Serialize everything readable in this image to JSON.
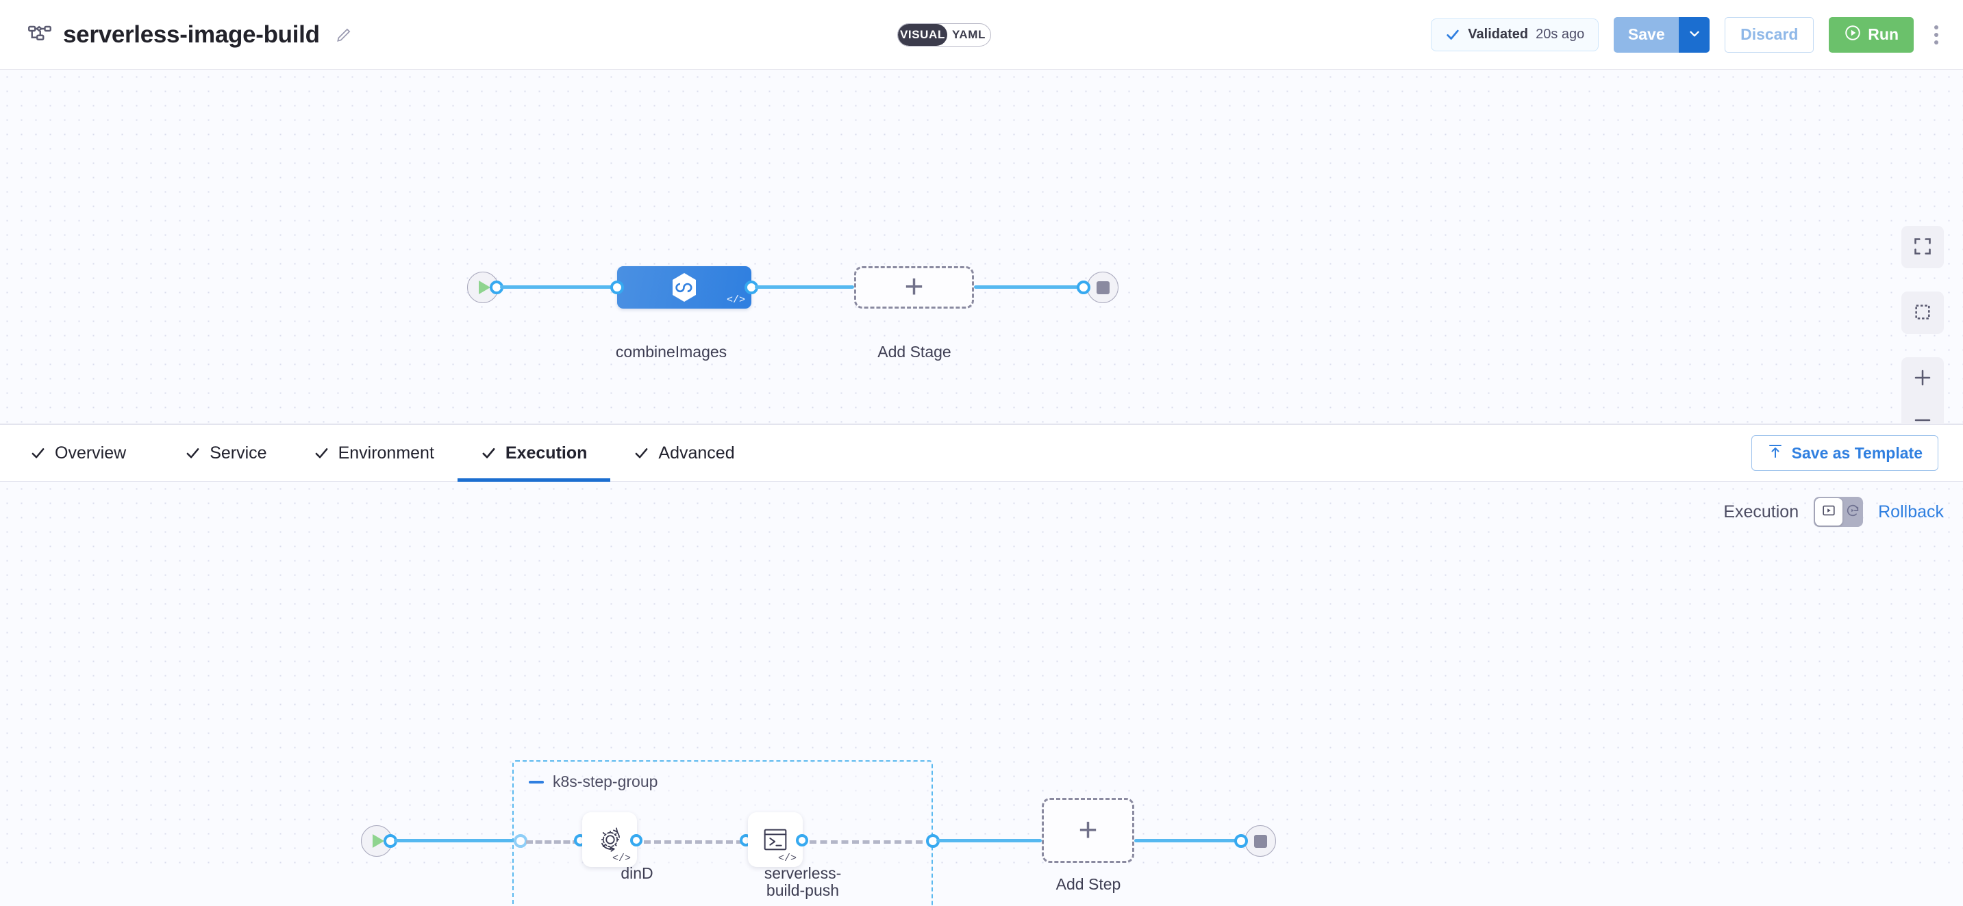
{
  "header": {
    "pipeline_icon": "pipeline-flow-icon",
    "title": "serverless-image-build",
    "edit_icon": "pencil-edit-icon",
    "view_toggle": {
      "visual": "VISUAL",
      "yaml": "YAML",
      "selected": "VISUAL"
    },
    "validation": {
      "check_icon": "check-icon",
      "label": "Validated",
      "time": "20s ago"
    },
    "save": {
      "label": "Save",
      "caret_icon": "chevron-down-icon"
    },
    "discard": {
      "label": "Discard"
    },
    "run": {
      "label": "Run",
      "icon": "play-circle-icon"
    },
    "more_menu": {
      "icon": "kebab-menu-icon"
    },
    "colors": {
      "save_bg": "#8fb8e8",
      "save_caret_bg": "#1b6ed0",
      "run_bg": "#6bc16b",
      "accent_blue": "#2f7fe0",
      "link_blue": "#55b8f0"
    }
  },
  "stage_canvas": {
    "start_node": {
      "name": "start-node",
      "icon": "play-icon"
    },
    "stage": {
      "name": "combineImages",
      "icon": "harness-hexagon-icon",
      "code_badge": "</>",
      "label": "combineImages"
    },
    "add_stage": {
      "label": "Add Stage",
      "icon": "plus-icon"
    },
    "end_node": {
      "name": "end-node",
      "icon": "stop-square-icon"
    },
    "zoom_controls": [
      {
        "name": "fit-to-screen-button",
        "icon": "fullscreen-icon"
      },
      {
        "name": "select-area-button",
        "icon": "marquee-select-icon"
      },
      {
        "name": "zoom-in-button",
        "icon": "plus-icon"
      },
      {
        "name": "zoom-out-button",
        "icon": "minus-icon"
      }
    ]
  },
  "tabbar": {
    "tabs": [
      {
        "label": "Overview",
        "icon": "check-icon",
        "active": false
      },
      {
        "label": "Service",
        "icon": "check-icon",
        "active": false
      },
      {
        "label": "Environment",
        "icon": "check-icon",
        "active": false
      },
      {
        "label": "Execution",
        "icon": "check-icon",
        "active": true
      },
      {
        "label": "Advanced",
        "icon": "check-icon",
        "active": false
      }
    ],
    "save_as_template": {
      "label": "Save as Template",
      "icon": "template-upload-icon"
    }
  },
  "execution_canvas": {
    "mode_toggle": {
      "execution_label": "Execution",
      "rollback_label": "Rollback",
      "execution_icon": "execution-play-icon",
      "rollback_icon": "rollback-arrow-icon",
      "selected": "Execution"
    },
    "start_node": {
      "name": "start-node",
      "icon": "play-icon"
    },
    "step_group": {
      "title": "k8s-step-group",
      "collapse_icon": "minus-collapse-icon",
      "steps": [
        {
          "label": "dinD",
          "icon": "gear-refresh-icon",
          "code_badge": "</>"
        },
        {
          "label": "serverless-\nbuild-push",
          "label_line1": "serverless-",
          "label_line2": "build-push",
          "icon": "terminal-icon",
          "code_badge": "</>"
        }
      ]
    },
    "add_step": {
      "label": "Add Step",
      "icon": "plus-icon"
    },
    "end_node": {
      "name": "end-node",
      "icon": "stop-square-icon"
    }
  }
}
